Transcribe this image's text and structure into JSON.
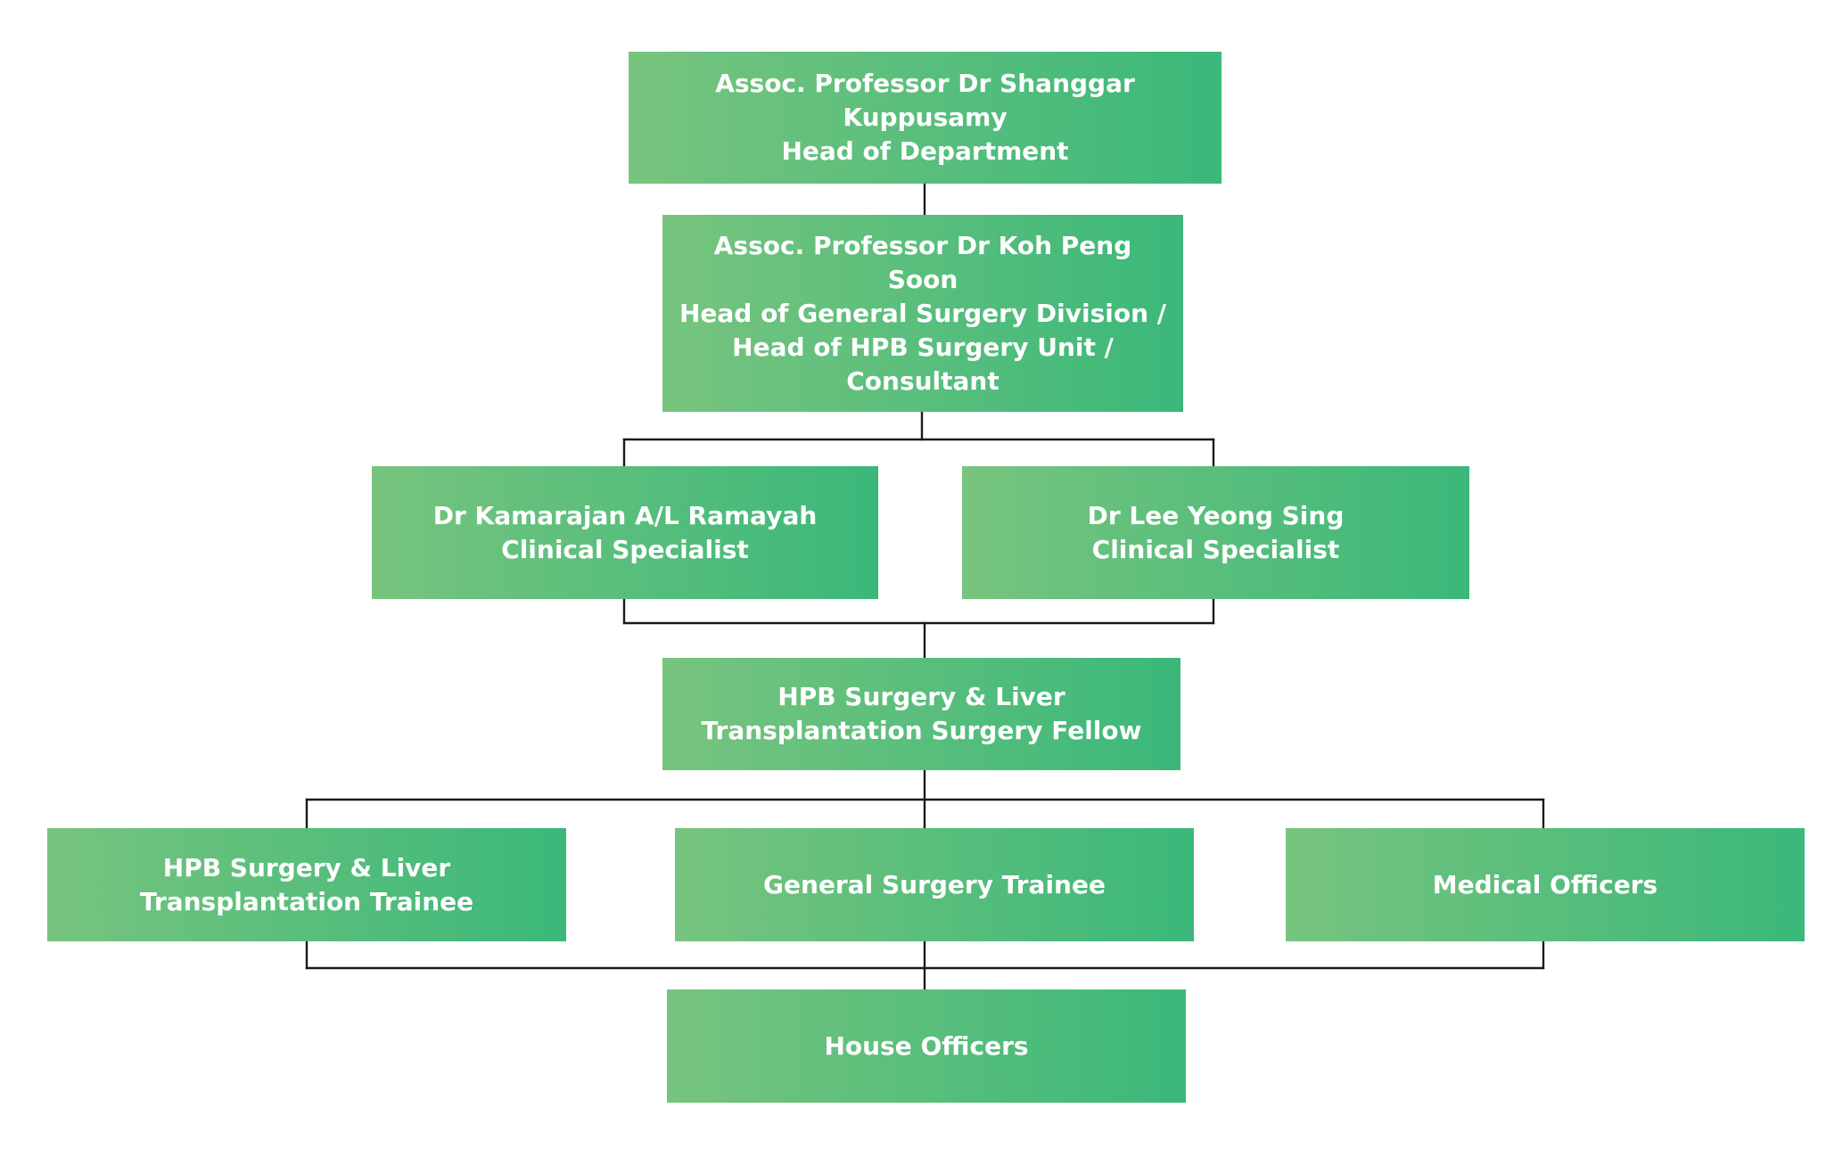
{
  "colors": {
    "box_gradient_start": "#77c47e",
    "box_gradient_end": "#3bb87a",
    "box_text": "#ffffff",
    "connector": "#1a1a1a",
    "background": "#ffffff"
  },
  "nodes": {
    "head_dept": {
      "name": "Assoc. Professor Dr Shanggar Kuppusamy",
      "role": "Head of Department"
    },
    "head_gs": {
      "name": "Assoc. Professor Dr Koh Peng Soon",
      "role_line1": "Head of General Surgery Division /",
      "role_line2": "Head of HPB Surgery Unit /",
      "role_line3": "Consultant"
    },
    "kamarajan": {
      "name": "Dr Kamarajan A/L Ramayah",
      "role": "Clinical Specialist"
    },
    "lee": {
      "name": "Dr Lee Yeong Sing",
      "role": "Clinical Specialist"
    },
    "fellow": {
      "line1": "HPB Surgery & Liver",
      "line2": "Transplantation Surgery Fellow"
    },
    "hpb_trainee": {
      "line1": "HPB Surgery & Liver",
      "line2": "Transplantation Trainee"
    },
    "gs_trainee": {
      "line1": "General Surgery Trainee"
    },
    "medical_officers": {
      "line1": "Medical Officers"
    },
    "house_officers": {
      "line1": "House Officers"
    }
  }
}
